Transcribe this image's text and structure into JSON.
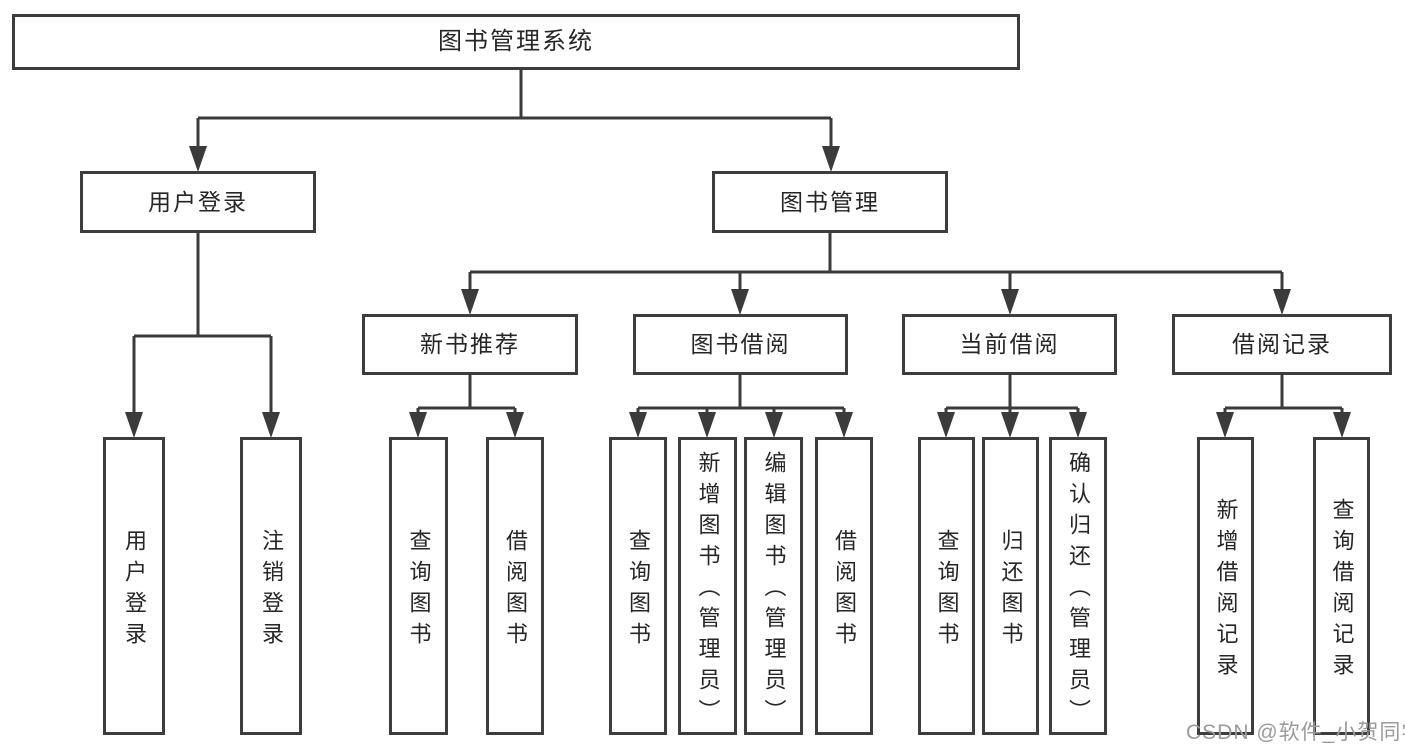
{
  "diagram": {
    "root": {
      "label": "图书管理系统"
    },
    "branches": [
      {
        "label": "用户登录"
      },
      {
        "label": "图书管理"
      }
    ],
    "modules": [
      {
        "label": "新书推荐"
      },
      {
        "label": "图书借阅"
      },
      {
        "label": "当前借阅"
      },
      {
        "label": "借阅记录"
      }
    ],
    "leaves": [
      {
        "label": "用户登录"
      },
      {
        "label": "注销登录"
      },
      {
        "label": "查询图书"
      },
      {
        "label": "借阅图书"
      },
      {
        "label": "查询图书"
      },
      {
        "label": "新增图书（管理员）"
      },
      {
        "label": "编辑图书（管理员）"
      },
      {
        "label": "借阅图书"
      },
      {
        "label": "查询图书"
      },
      {
        "label": "归还图书"
      },
      {
        "label": "确认归还（管理员）"
      },
      {
        "label": "新增借阅记录"
      },
      {
        "label": "查询借阅记录"
      }
    ]
  },
  "watermark": {
    "text": "CSDN @软件_小贺同学"
  },
  "colors": {
    "line": "#3b3b3b",
    "border": "#3d3d3d",
    "text": "#262626",
    "watermark": "#9b9b9b",
    "background": "#ffffff"
  }
}
